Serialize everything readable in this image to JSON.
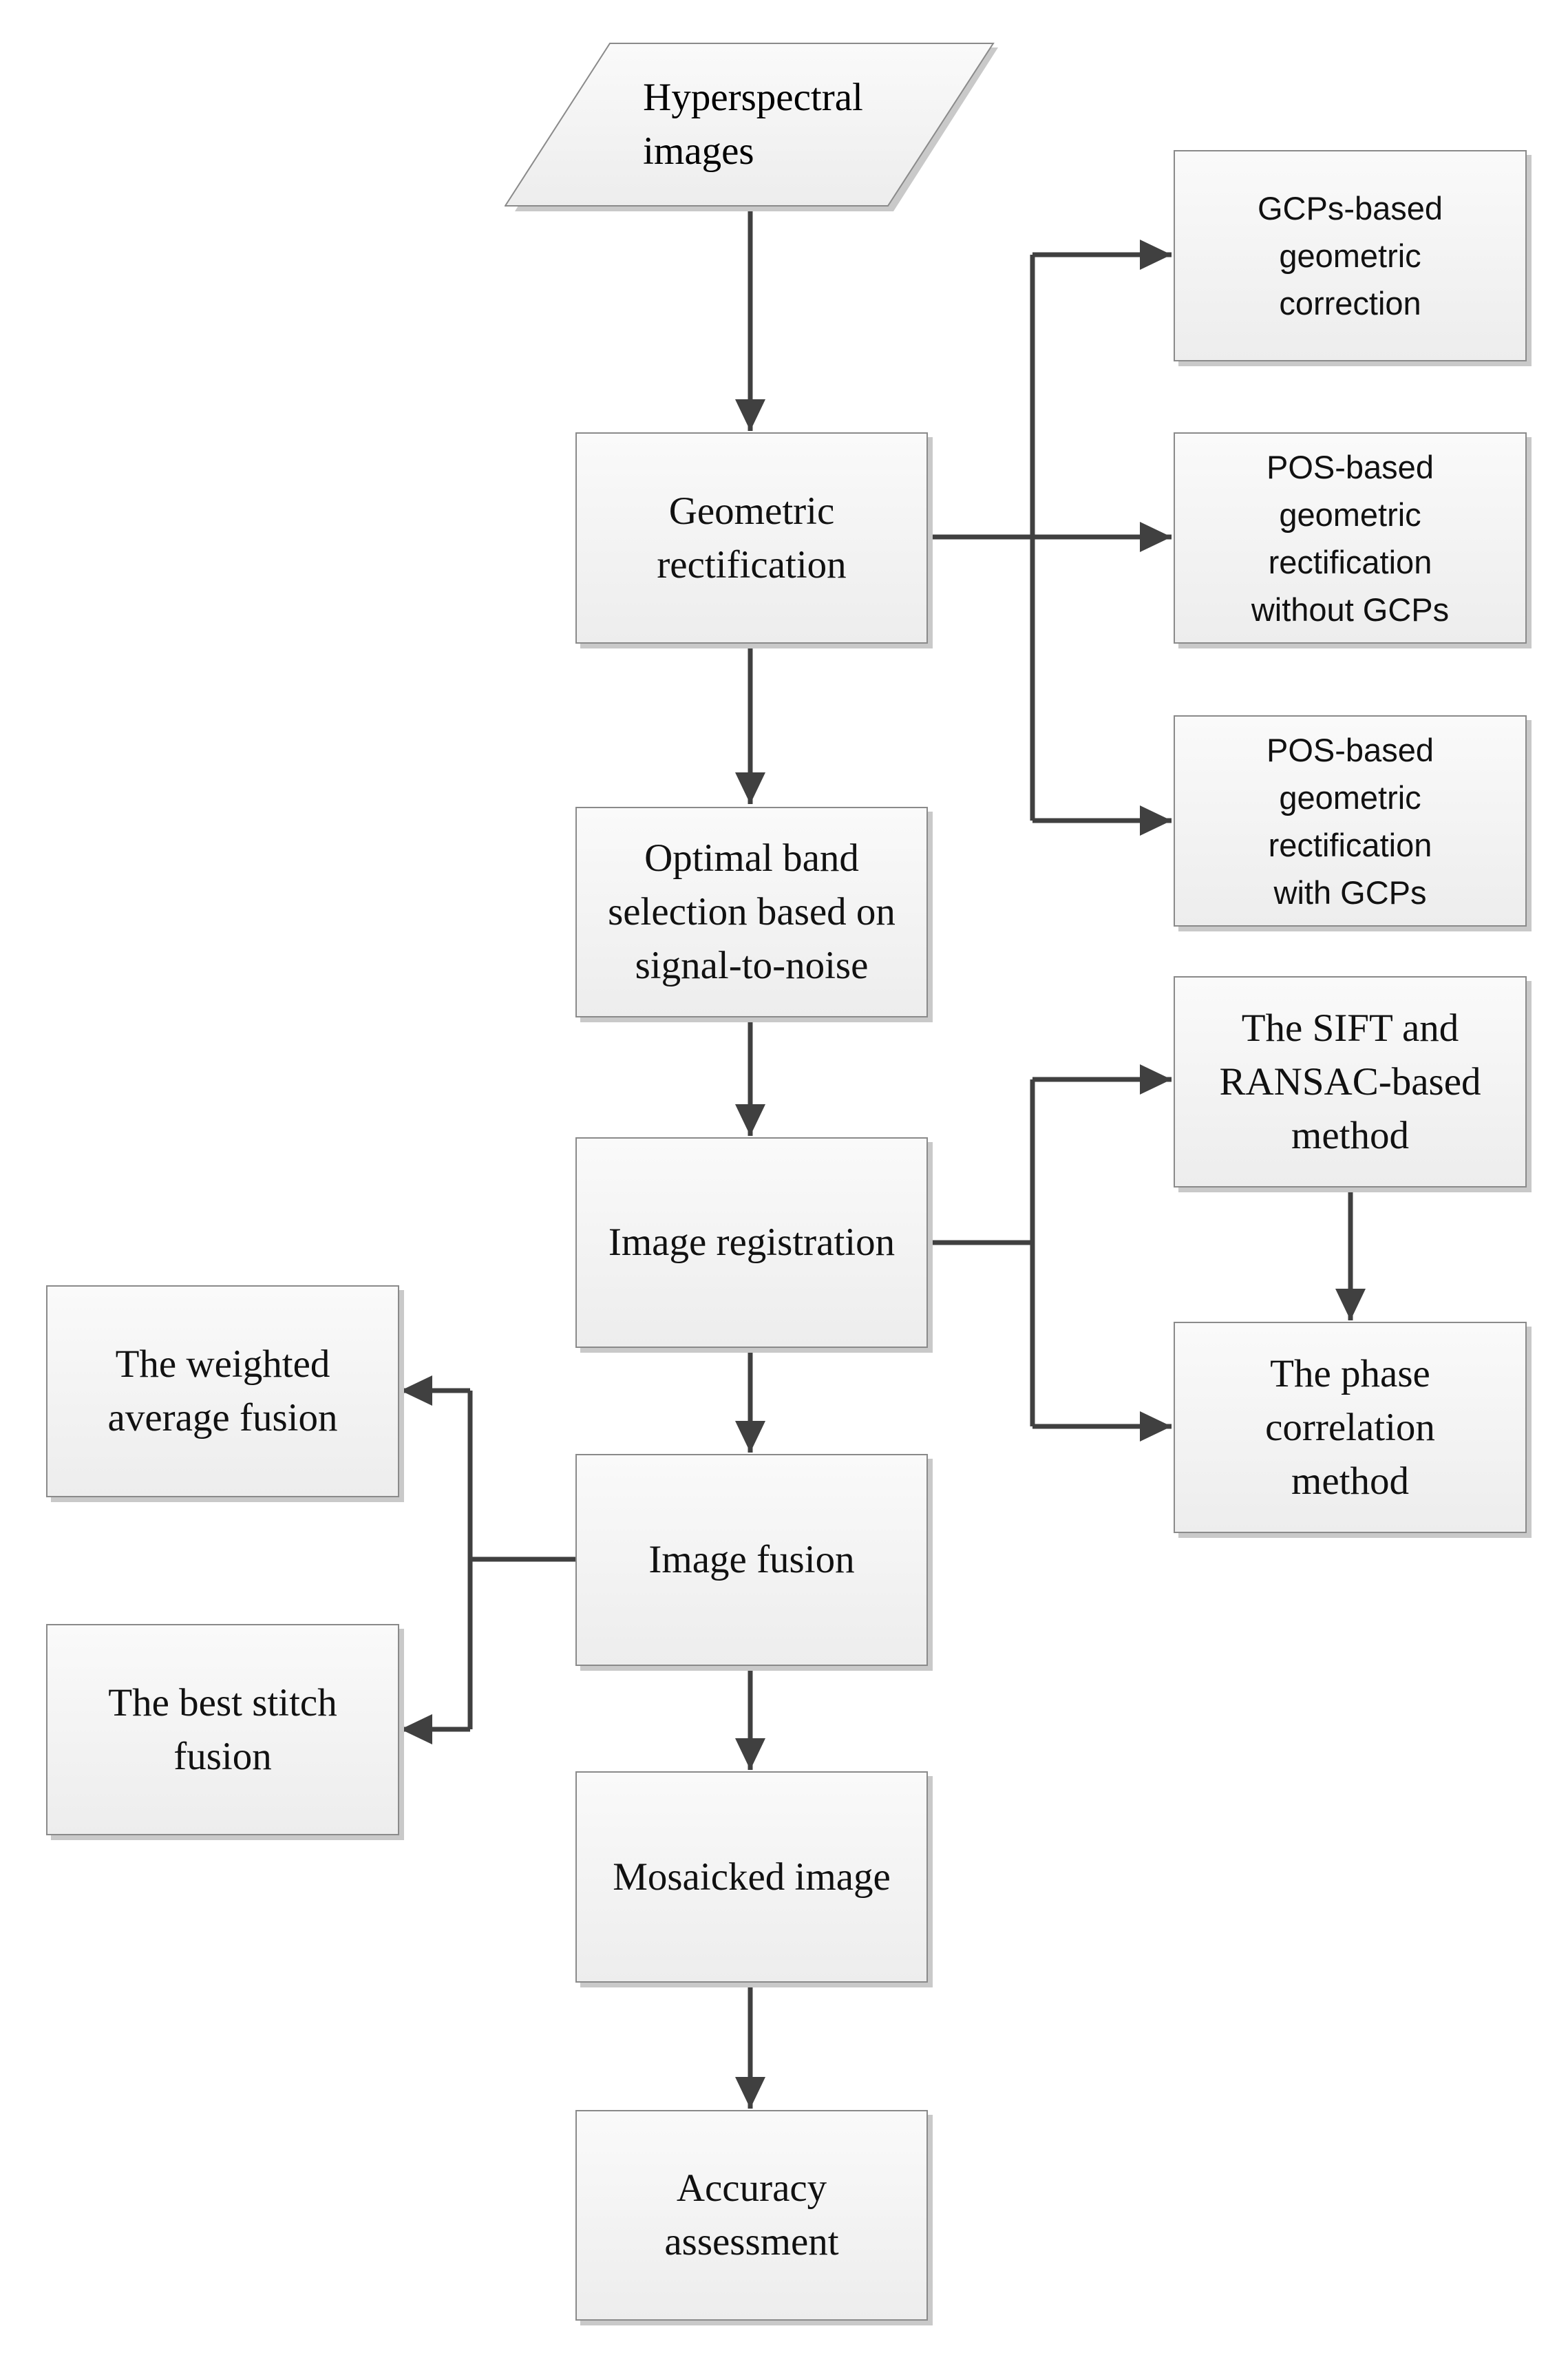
{
  "nodes": {
    "hyperspectral_images": "Hyperspectral\nimages",
    "geometric_rectification": "Geometric\nrectification",
    "optimal_band_selection": "Optimal band\nselection based on\nsignal-to-noise",
    "image_registration": "Image registration",
    "image_fusion": "Image fusion",
    "mosaicked_image": "Mosaicked image",
    "accuracy_assessment": "Accuracy\nassessment",
    "gcps_based_correction": "GCPs-based\ngeometric\ncorrection",
    "pos_without_gcps": "POS-based\ngeometric\nrectification\nwithout GCPs",
    "pos_with_gcps": "POS-based\ngeometric\nrectification\nwith GCPs",
    "sift_ransac": "The SIFT and\nRANSAC-based\nmethod",
    "phase_correlation": "The phase\ncorrelation\nmethod",
    "weighted_average_fusion": "The weighted\naverage fusion",
    "best_stitch_fusion": "The best stitch\nfusion"
  },
  "colors": {
    "border": "#8a8a8a",
    "connector": "#404040",
    "box_fill": "#f2f2f2"
  }
}
